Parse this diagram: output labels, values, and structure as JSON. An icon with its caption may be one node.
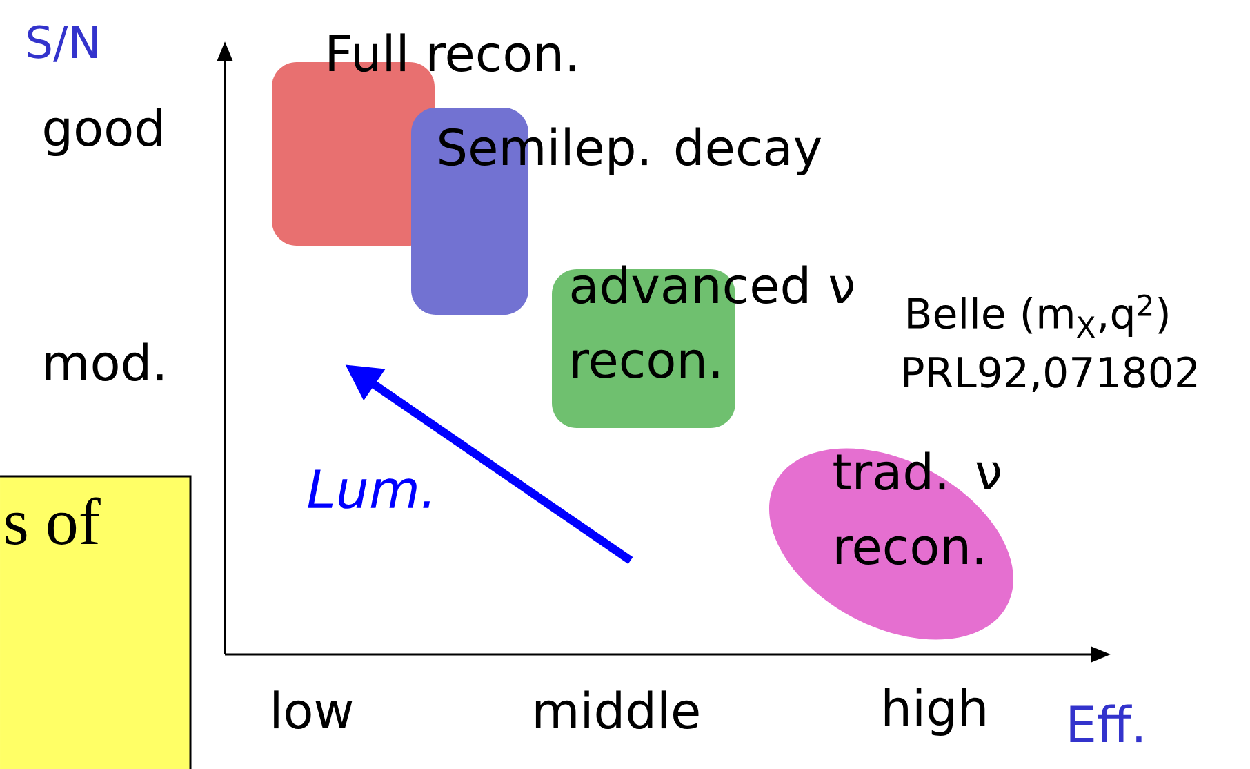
{
  "diagram": {
    "nodes": [
      {
        "text": [
          "Full recon."
        ]
      },
      {
        "text": [
          "Semilep. decay"
        ]
      },
      {
        "text": [
          "advanced ν recon."
        ]
      },
      {
        "text": [
          "trad. ν recon."
        ]
      },
      {
        "text": [
          "s of"
        ]
      }
    ],
    "labels": [
      "S/N",
      "good",
      "mod.",
      "Belle (m$_{X}$,q$^{2}$)",
      "PRL92,071802",
      "Lum.",
      "low",
      "middle",
      "high",
      "Eff."
    ]
  }
}
